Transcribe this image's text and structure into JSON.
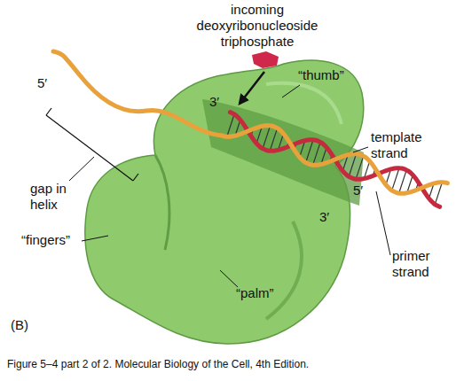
{
  "diagram": {
    "caption": "Figure 5–4 part 2 of 2. Molecular Biology of the Cell, 4th Edition.",
    "labels": [
      "incoming deoxyribonucleoside triphosphate",
      "5′",
      "3′",
      "“thumb”",
      "template strand",
      "5′",
      "3′",
      "primer strand",
      "gap in helix",
      "“fingers”",
      "“palm”",
      "(B)"
    ]
  }
}
